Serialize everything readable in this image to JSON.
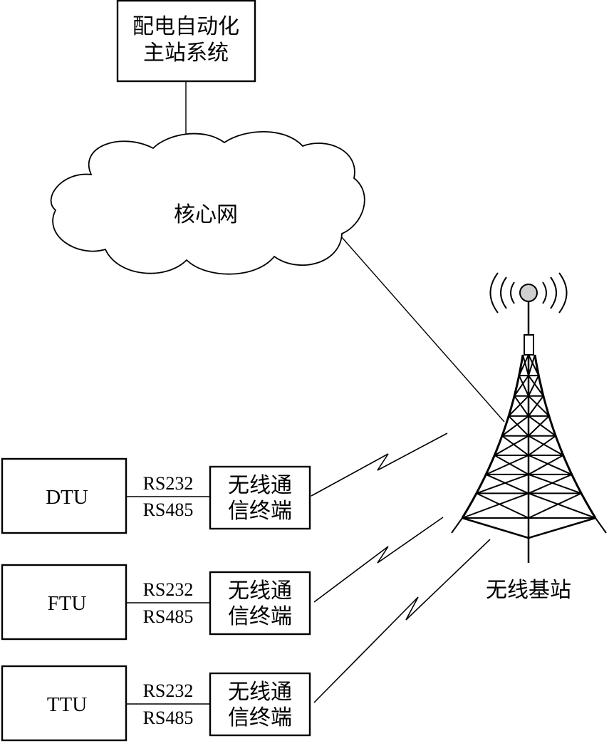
{
  "master_station": {
    "line1": "配电自动化",
    "line2": "主站系统"
  },
  "core_network": {
    "label": "核心网"
  },
  "base_station": {
    "label": "无线基站"
  },
  "terminals": [
    {
      "device": "DTU",
      "iface_top": "RS232",
      "iface_bottom": "RS485",
      "comm_line1": "无线通",
      "comm_line2": "信终端"
    },
    {
      "device": "FTU",
      "iface_top": "RS232",
      "iface_bottom": "RS485",
      "comm_line1": "无线通",
      "comm_line2": "信终端"
    },
    {
      "device": "TTU",
      "iface_top": "RS232",
      "iface_bottom": "RS485",
      "comm_line1": "无线通",
      "comm_line2": "信终端"
    }
  ]
}
